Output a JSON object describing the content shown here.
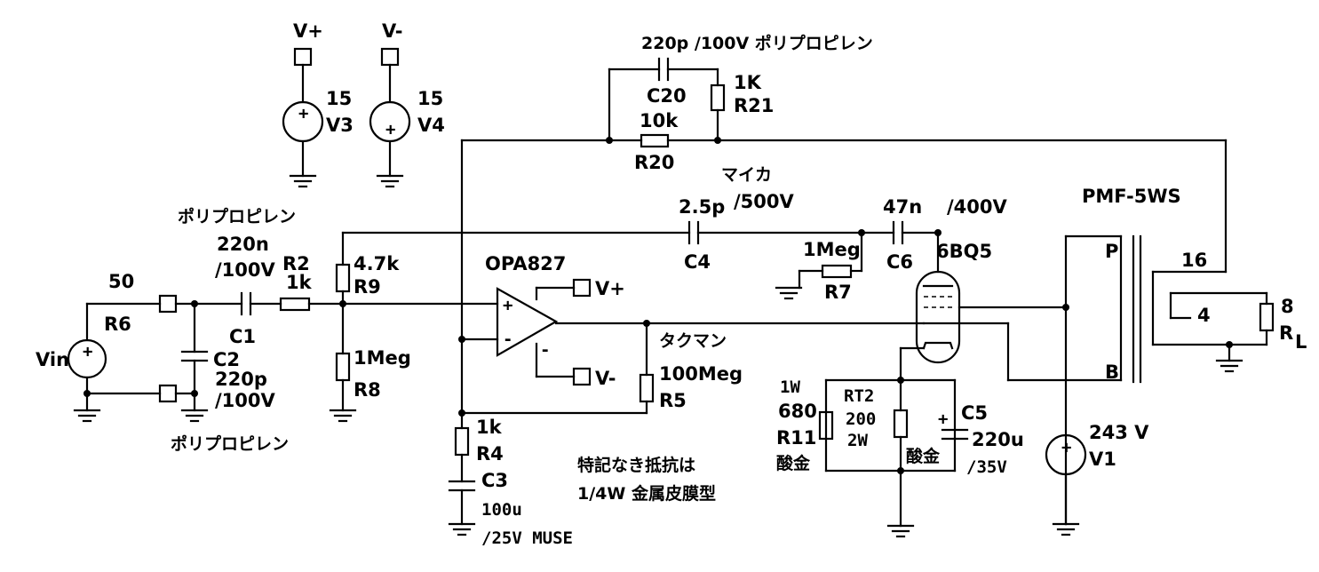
{
  "supplies": {
    "vplus_node": "V+",
    "vminus_node": "V-",
    "v3_value": "15",
    "v3_name": "V3",
    "v4_value": "15",
    "v4_name": "V4",
    "v1_value": "243 V",
    "v1_name": "V1"
  },
  "feedback": {
    "c20_value": "220p /100V ポリプロピレン",
    "c20_name": "C20",
    "r21_value": "1K",
    "r21_name": "R21",
    "r20_value": "10k",
    "r20_name": "R20"
  },
  "coupling": {
    "c4_dielectric": "マイカ",
    "c4_value": "2.5p",
    "c4_voltage": "/500V",
    "c4_name": "C4",
    "c6_value": "47n",
    "c6_voltage": "/400V",
    "c6_name": "C6",
    "r7_value": "1Meg",
    "r7_name": "R7"
  },
  "input": {
    "vin_name": "Vin",
    "r6_value": "50",
    "r6_name": "R6",
    "c1_dielectric": "ポリプロピレン",
    "c1_value": "220n",
    "c1_voltage": "/100V",
    "c1_name": "C1",
    "r2_name": "R2",
    "r2_value": "1k",
    "c2_name": "C2",
    "c2_value": "220p",
    "c2_voltage": "/100V",
    "c2_dielectric": "ポリプロピレン",
    "r9_value": "4.7k",
    "r9_name": "R9",
    "r8_value": "1Meg",
    "r8_name": "R8"
  },
  "opamp": {
    "name": "OPA827",
    "vplus": "V+",
    "vminus": "V-",
    "plus_sign": "+",
    "minus_sign": "-",
    "tuning_label": "タクマン",
    "r5_value": "100Meg",
    "r5_name": "R5",
    "r4_value": "1k",
    "r4_name": "R4",
    "c3_name": "C3",
    "c3_value": "100u",
    "c3_voltage": "/25V MUSE"
  },
  "note": {
    "line1": "特記なき抵抗は",
    "line2": "1/4W 金属皮膜型"
  },
  "tube": {
    "name": "6BQ5",
    "r11_power": "1W",
    "r11_value": "680",
    "r11_name": "R11",
    "r11_type": "酸金",
    "rt2_name": "RT2",
    "rt2_value": "200",
    "rt2_power": "2W",
    "rt2_type": "酸金",
    "c5_name": "C5",
    "c5_value": "220u",
    "c5_voltage": "/35V",
    "c5_plus": "+"
  },
  "transformer": {
    "name": "PMF-5WS",
    "p_terminal": "P",
    "b_terminal": "B",
    "tap_16": "16",
    "tap_4": "4",
    "load_value": "8",
    "load_name": "R",
    "load_sub": "L"
  }
}
